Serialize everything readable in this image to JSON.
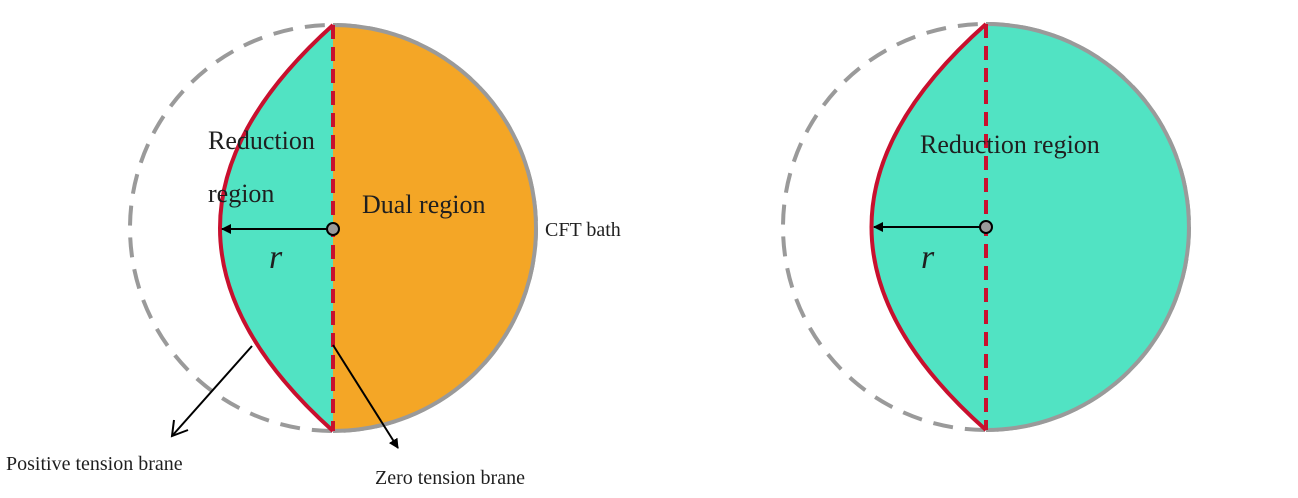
{
  "colors": {
    "reduction_fill": "#51E3C3",
    "dual_fill": "#F4A626",
    "bath_stroke": "#9A9A9A",
    "brane_stroke": "#C8102E",
    "dashed_circle": "#9A9A9A",
    "arrow": "#000000",
    "center_dot": "#9A9A9A"
  },
  "left_panel": {
    "reduction_label_line1": "Reduction",
    "reduction_label_line2": "region",
    "dual_label": "Dual region",
    "bath_label": "CFT bath",
    "radius_label": "r",
    "positive_brane_label": "Positive tension brane",
    "zero_brane_label": "Zero tension brane"
  },
  "right_panel": {
    "reduction_label": "Reduction region",
    "radius_label": "r"
  }
}
